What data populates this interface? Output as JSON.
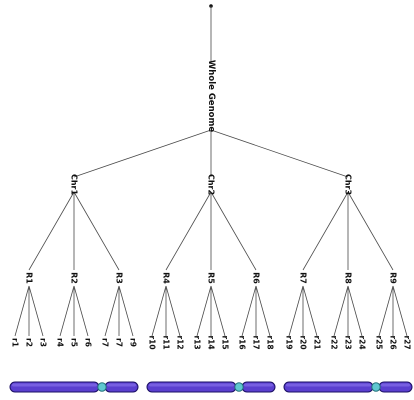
{
  "tree": {
    "root": "Whole Genome",
    "chromosomes": [
      {
        "label": "Chr1",
        "regions": [
          {
            "label": "R1",
            "leaves": [
              "r1",
              "r2",
              "r3"
            ]
          },
          {
            "label": "R2",
            "leaves": [
              "r4",
              "r5",
              "r6"
            ]
          },
          {
            "label": "R3",
            "leaves": [
              "r7",
              "r7",
              "r9"
            ]
          }
        ]
      },
      {
        "label": "Chr2",
        "regions": [
          {
            "label": "R4",
            "leaves": [
              "r10",
              "r11",
              "r12"
            ]
          },
          {
            "label": "R5",
            "leaves": [
              "r13",
              "r14",
              "r15"
            ]
          },
          {
            "label": "R6",
            "leaves": [
              "r16",
              "r17",
              "r18"
            ]
          }
        ]
      },
      {
        "label": "Chr3",
        "regions": [
          {
            "label": "R7",
            "leaves": [
              "r19",
              "r20",
              "r21"
            ]
          },
          {
            "label": "R8",
            "leaves": [
              "r22",
              "r23",
              "r24"
            ]
          },
          {
            "label": "R9",
            "leaves": [
              "r25",
              "r26",
              "r27"
            ]
          }
        ]
      }
    ]
  },
  "colors": {
    "edge": "#4a4a4a",
    "chromosome": "#5a3fcf",
    "chromosome_outline": "#1a0f63",
    "centromere": "#5fc7d0"
  }
}
